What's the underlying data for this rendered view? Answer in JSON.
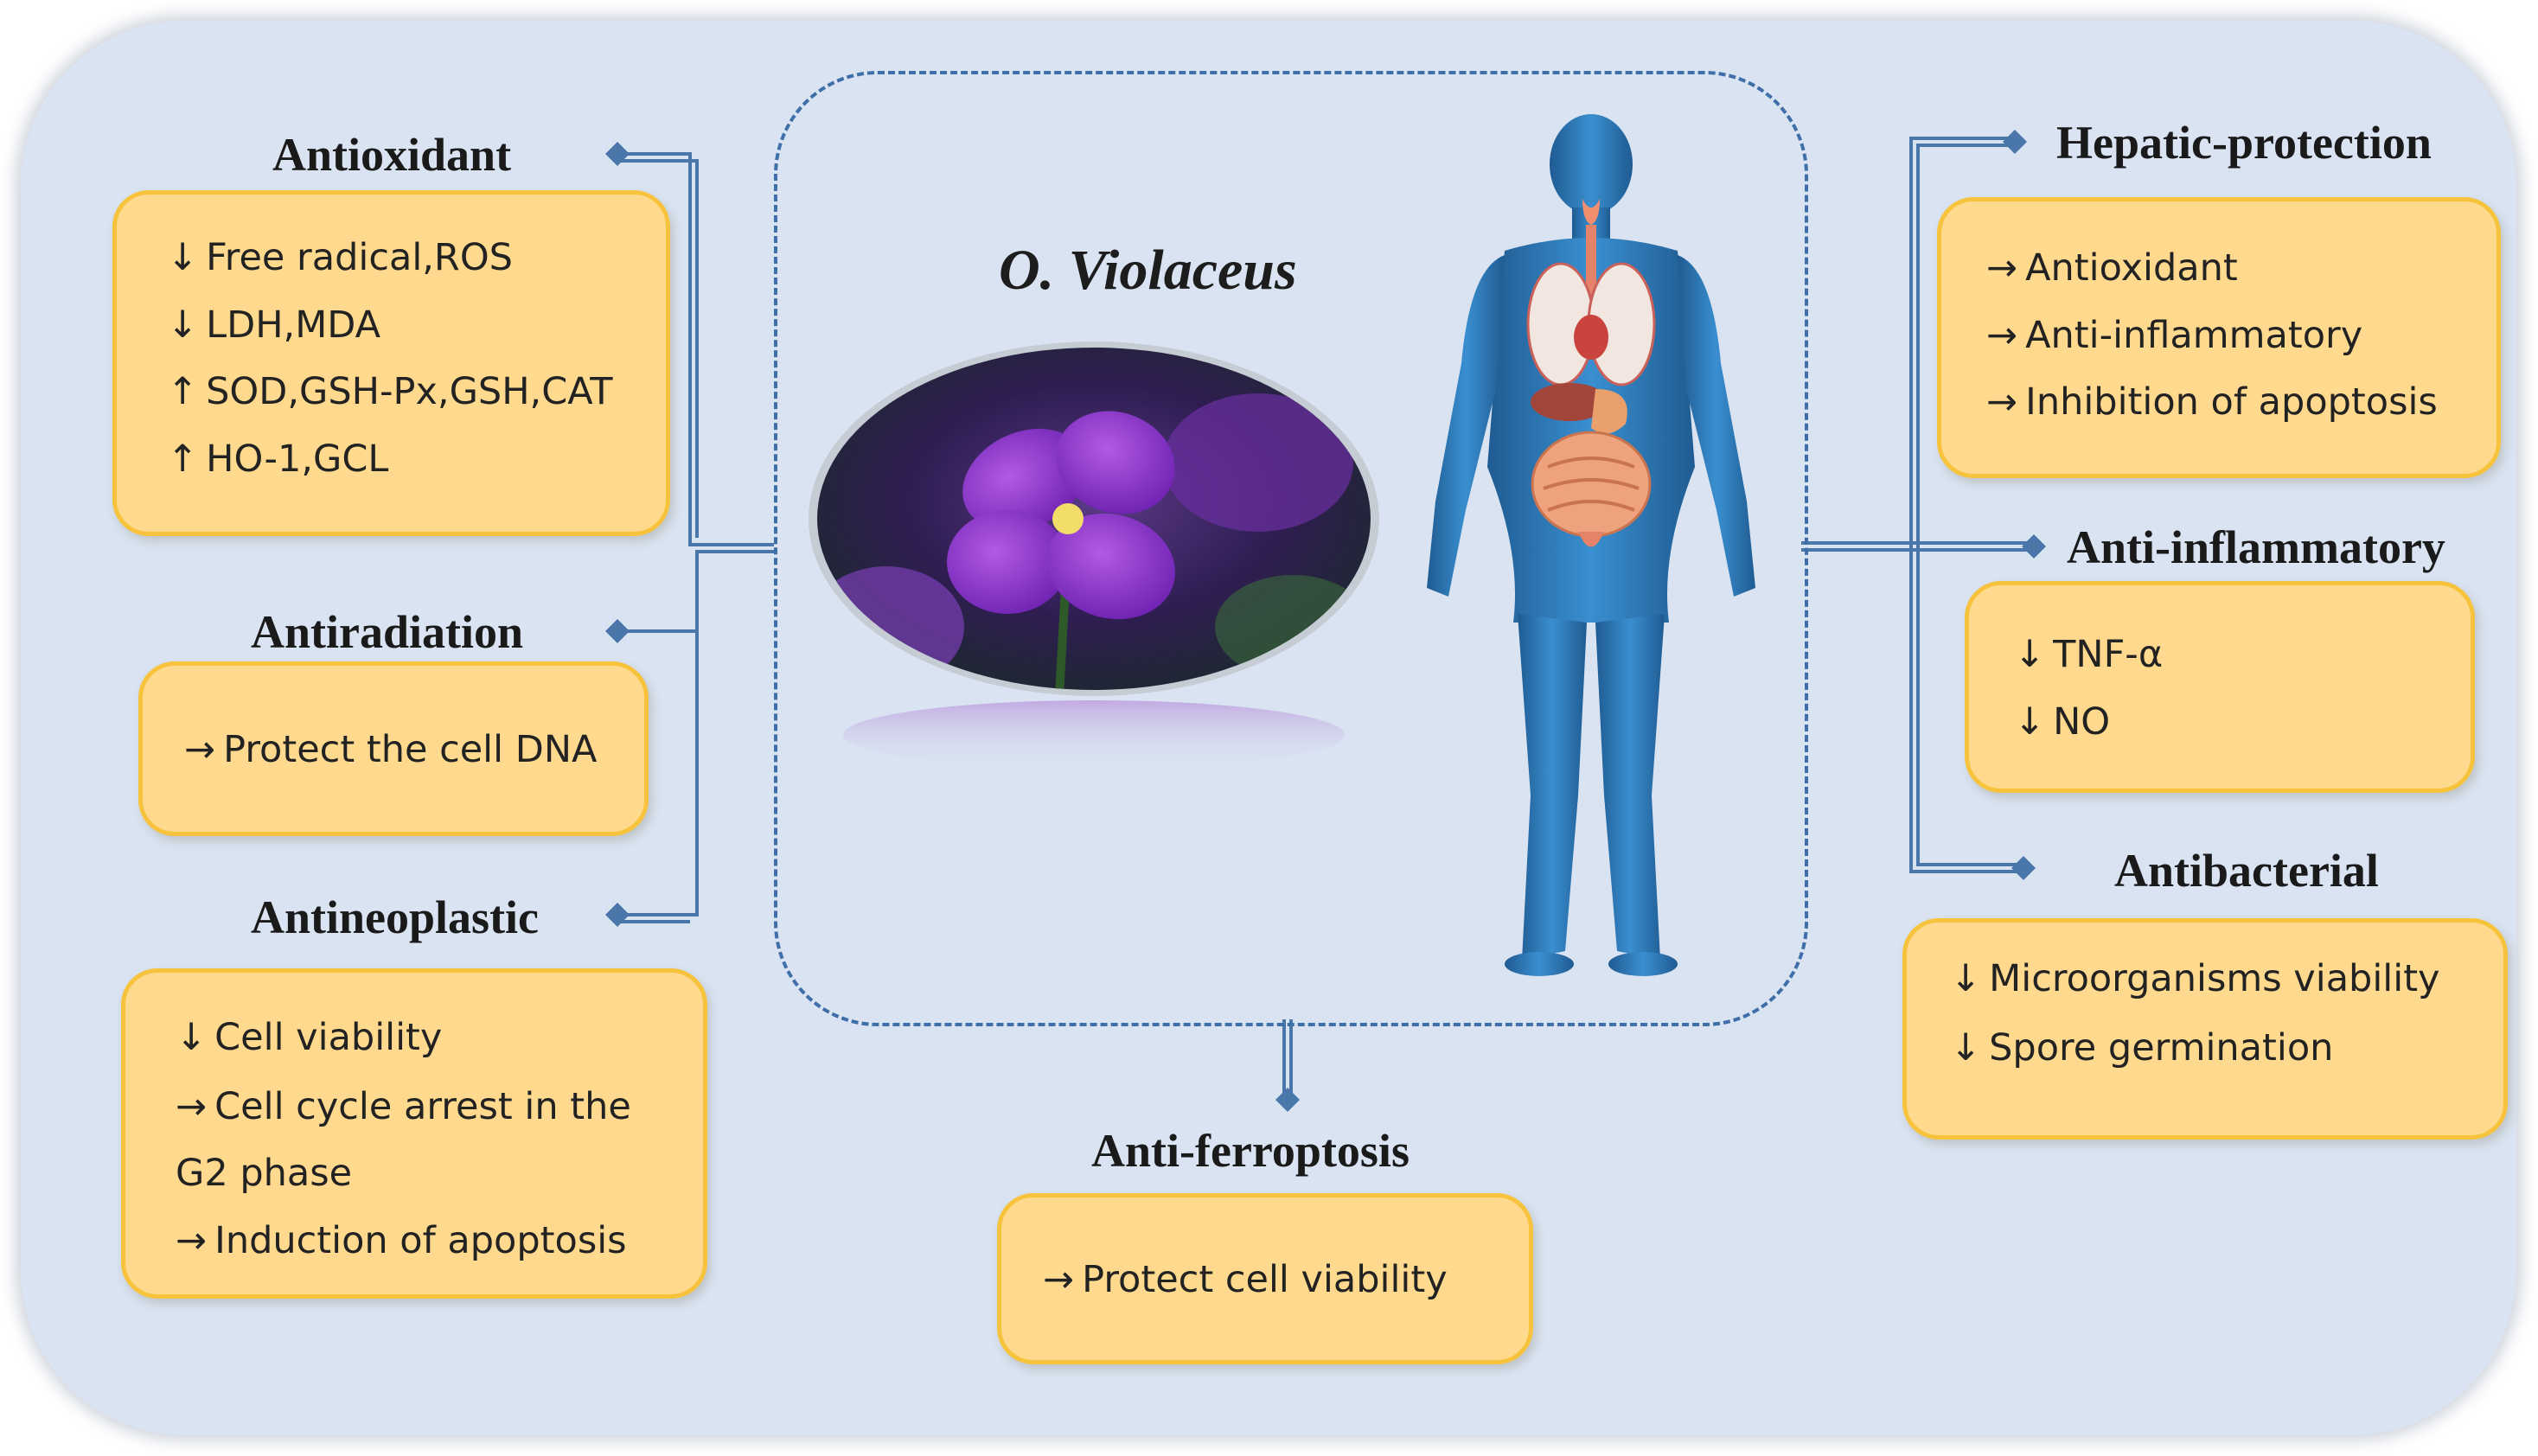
{
  "center": {
    "title": "O. Violaceus",
    "flower_image": "purple-flower-photo",
    "body_image": "human-body-organs-illustration"
  },
  "left": [
    {
      "heading": "Antioxidant",
      "lines": [
        {
          "arrow": "↓",
          "text": "Free radical,ROS"
        },
        {
          "arrow": "↓",
          "text": "LDH,MDA"
        },
        {
          "arrow": "↑",
          "text": "SOD,GSH-Px,GSH,CAT"
        },
        {
          "arrow": "↑",
          "text": "HO-1,GCL"
        }
      ]
    },
    {
      "heading": "Antiradiation",
      "lines": [
        {
          "arrow": "→",
          "text": "Protect the cell DNA"
        }
      ]
    },
    {
      "heading": "Antineoplastic",
      "lines": [
        {
          "arrow": "↓",
          "text": "Cell viability"
        },
        {
          "arrow": "→",
          "text": "Cell cycle arrest in the"
        },
        {
          "arrow": "",
          "text": "G2 phase"
        },
        {
          "arrow": "→",
          "text": "Induction of apoptosis"
        }
      ]
    }
  ],
  "bottom": {
    "heading": "Anti-ferroptosis",
    "lines": [
      {
        "arrow": "→",
        "text": "Protect cell viability"
      }
    ]
  },
  "right": [
    {
      "heading": "Hepatic-protection",
      "lines": [
        {
          "arrow": "→",
          "text": "Antioxidant"
        },
        {
          "arrow": "→",
          "text": "Anti-inflammatory"
        },
        {
          "arrow": "→",
          "text": "Inhibition of apoptosis"
        }
      ]
    },
    {
      "heading": "Anti-inflammatory",
      "lines": [
        {
          "arrow": "↓",
          "text": "TNF-α"
        },
        {
          "arrow": "↓",
          "text": "NO"
        }
      ]
    },
    {
      "heading": "Antibacterial",
      "lines": [
        {
          "arrow": "↓",
          "text": "Microorganisms viability"
        },
        {
          "arrow": "↓",
          "text": "Spore germination"
        }
      ]
    }
  ],
  "colors": {
    "background": "#d9e3f1",
    "box_fill": "#ffd98e",
    "box_border": "#f7c33c",
    "connector": "#4a77aa"
  }
}
